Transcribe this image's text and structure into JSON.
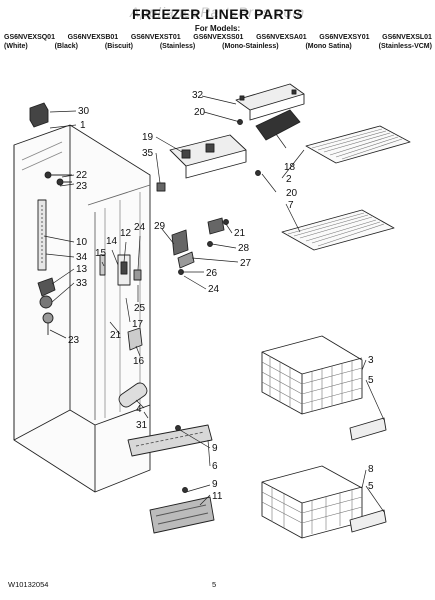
{
  "header": {
    "title": "FREEZER LINER PARTS",
    "watermark": "AppliancePartsPros.com",
    "for_models": "For Models:",
    "models": [
      "GS6NVEXSQ01",
      "GS6NVEXSB01",
      "GS6NVEXST01",
      "GS6NVEXSS01",
      "GS6NVEXSA01",
      "GS6NVEXSY01",
      "GS6NVEXSL01"
    ],
    "variants": [
      "(White)",
      "(Black)",
      "(Biscuit)",
      "(Stainless)",
      "(Mono-Stainless)",
      "(Mono Satina)",
      "(Stainless-VCM)"
    ]
  },
  "callouts": [
    "30",
    "1",
    "22",
    "23",
    "10",
    "34",
    "13",
    "33",
    "23",
    "15",
    "14",
    "12",
    "24",
    "29",
    "21",
    "28",
    "27",
    "26",
    "24",
    "25",
    "17",
    "21",
    "16",
    "4",
    "31",
    "32",
    "20",
    "19",
    "35",
    "18",
    "2",
    "20",
    "7",
    "3",
    "5",
    "9",
    "6",
    "9",
    "11",
    "8",
    "5"
  ],
  "footer": {
    "code": "W10132054",
    "page": "5"
  }
}
